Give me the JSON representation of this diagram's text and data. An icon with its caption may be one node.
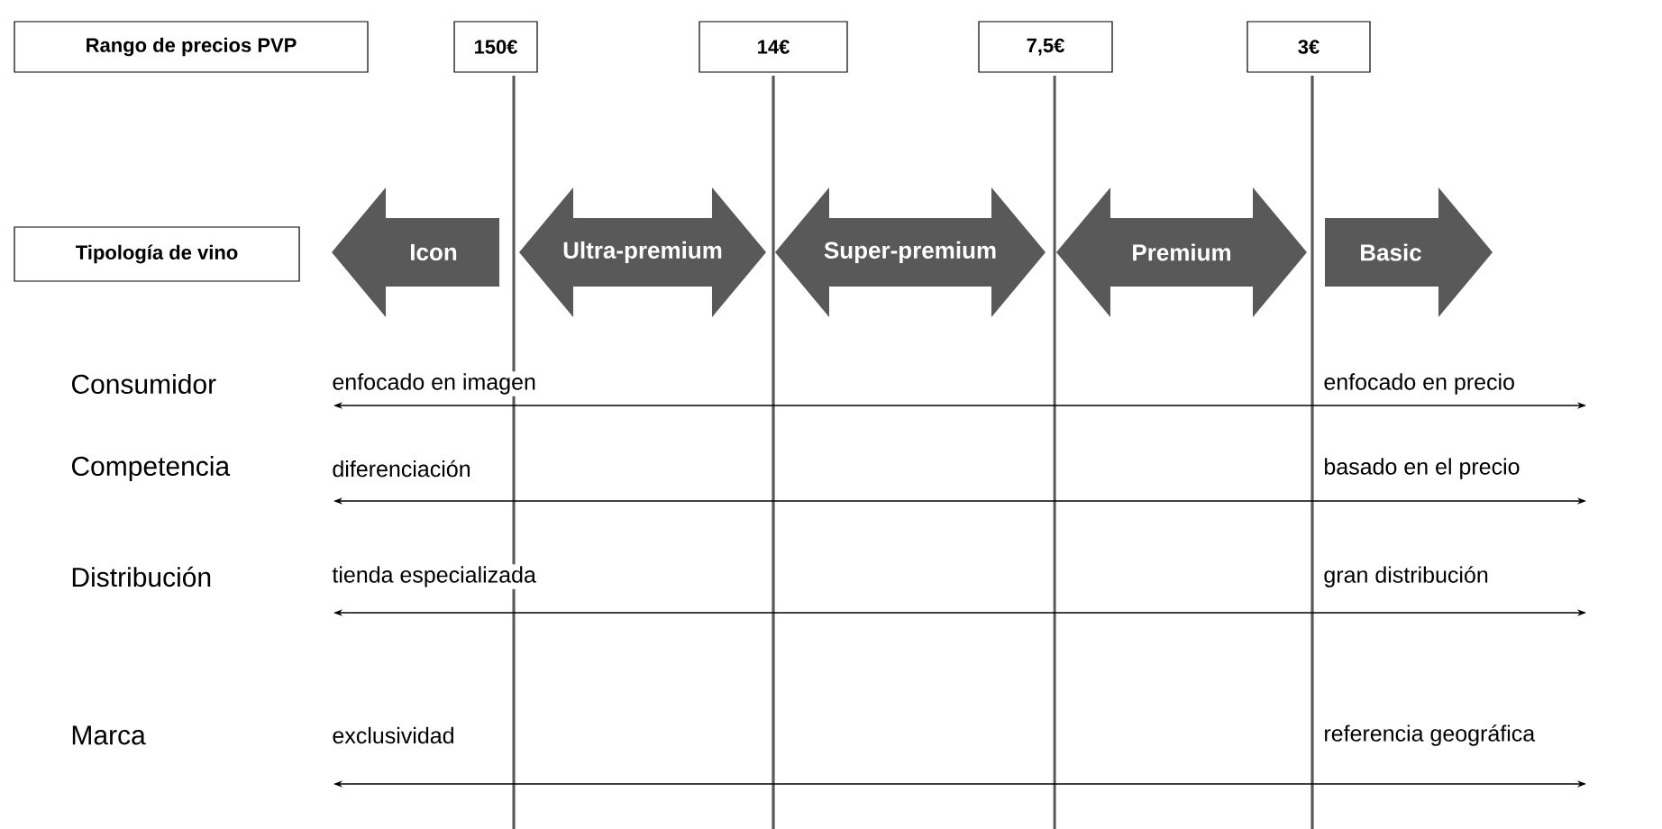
{
  "diagram": {
    "nodes": [
      {
        "text": [
          "Rango de precios PVP"
        ]
      },
      {
        "text": [
          "150€"
        ]
      },
      {
        "text": [
          "14€"
        ]
      },
      {
        "text": [
          "7,5€"
        ]
      },
      {
        "text": [
          "3€"
        ]
      },
      {
        "text": [
          "Tipología de vino"
        ]
      },
      {
        "text": [
          "Icon"
        ]
      },
      {
        "text": [
          "Ultra-premium"
        ]
      },
      {
        "text": [
          "Super-premium"
        ]
      },
      {
        "text": [
          "Premium"
        ]
      },
      {
        "text": [
          "Basic"
        ]
      }
    ],
    "labels": [
      "Consumidor",
      "enfocado en imagen",
      "enfocado en precio",
      "Competencia",
      "diferenciación",
      "basado en el precio",
      "Distribución",
      "tienda especializada",
      "gran distribución",
      "Marca",
      "exclusividad",
      "referencia geográfica"
    ]
  }
}
